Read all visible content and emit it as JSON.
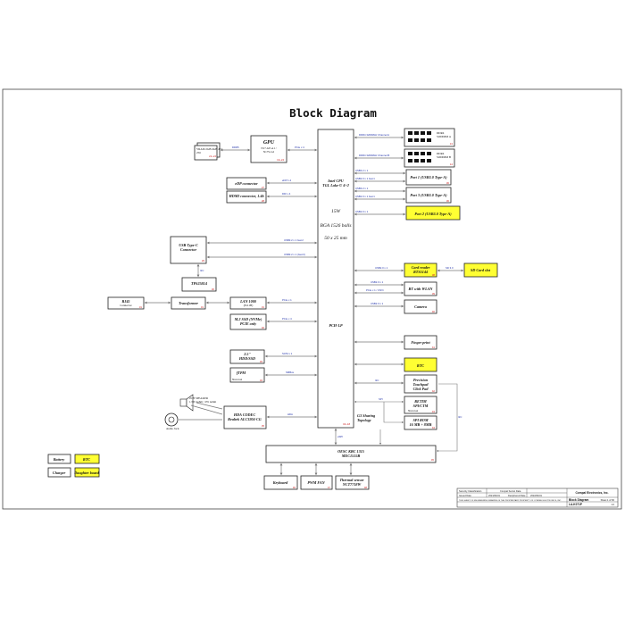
{
  "title": "Block Diagram",
  "cpu": {
    "name": "Intel CPU",
    "sub": "TGL Lake-U 4+2",
    "tdp": "15W",
    "pkg": "BGA 1526 balls",
    "size": "50 x 25 mm",
    "pch": "PCH-LP",
    "page": "04~18"
  },
  "gpu": {
    "name": "GPU",
    "sub1": "N17-GP-A1 /",
    "sub2": "N17S-G2",
    "page": "19~24",
    "bus": "PCIe x 4"
  },
  "vram": {
    "line1": "VRAM 2GB/4GB 4*2",
    "line2": "256",
    "page": "21~24",
    "bus": "DDR5"
  },
  "dimm1": {
    "line1": "DDR4",
    "line2": "SODIMM A",
    "bus": "DDR4 3200MHz Channel A",
    "page": "13"
  },
  "dimm2": {
    "line1": "DDR4",
    "line2": "SODIMM B",
    "bus": "DDR4 3200MHz Channel B",
    "page": "14"
  },
  "left_blocks": [
    {
      "key": "edp",
      "label": "eDP connector",
      "bus": "eDP 1.4",
      "page": "27"
    },
    {
      "key": "hdmi",
      "label": "HDMI connector, 1.4b",
      "bus": "DDI x 4",
      "page": "28"
    }
  ],
  "usbc": {
    "line1": "USB Type-C",
    "line2": "Connector",
    "page": "29",
    "bus1": "USB3.2 x 1 Gen2",
    "bus2": "USB3.2 x 1 (Gen3)"
  },
  "tps": {
    "label": "TPS25814",
    "page": "30",
    "bus": "I2C"
  },
  "rj45": {
    "line1": "RJ45",
    "line2": "Connector",
    "page": "31"
  },
  "xfmr": {
    "label": "Transformer",
    "page": "31"
  },
  "lan": {
    "line1": "LAN 1000",
    "line2": "(8111H)",
    "page": "31",
    "bus": "PCIe x 1"
  },
  "ssd": {
    "line1": "M.2 SSD (NVMe)",
    "line2": "PCIE only",
    "page": "32",
    "bus": "PCIe x 4"
  },
  "hdd": {
    "line1": "2.5\"",
    "line2": "HDD/SSD",
    "page": "33",
    "bus": "SATA x 1"
  },
  "tpm": {
    "line1": "fTPM",
    "line2": "Nuvoton",
    "page": "34",
    "bus": "SMBus"
  },
  "audio": {
    "line1": "HDA CODEC",
    "line2": "Realtek ALC3204-CG",
    "page": "35",
    "bus": "HDA",
    "spk1": "2CH SPEAKER",
    "spk2": "1.5W  4ohm / 2W 4ohm",
    "jack": "Audio Jack"
  },
  "right_blocks": [
    {
      "key": "p1",
      "label": "Port 1 (USB3.0 Type-A)",
      "bus1": "USB3.2 x 1",
      "bus2": "USB2.0 x 1 Gen1",
      "page": "36",
      "yellow": false
    },
    {
      "key": "p3",
      "label": "Port 3 (USB3.0 Type-A)",
      "bus1": "USB3.2 x 1",
      "bus2": "USB2.0 x 1 Gen1",
      "page": "36",
      "yellow": false
    },
    {
      "key": "p2",
      "label": "Port 2 (USB3.0 Type-A)",
      "bus1": "USB2.0 x 1",
      "bus2": "",
      "page": "37",
      "yellow": true
    }
  ],
  "card": {
    "line1": "Card reader",
    "line2": "RTS5144",
    "page": "38",
    "bus": "USB2.0 x 1",
    "sd": "SD Card slot",
    "sdbus": "SD 3.0"
  },
  "bt": {
    "label": "BT with WLAN",
    "page": "39",
    "bus1": "USB2.0 x 1",
    "bus2": "PCIe x 1 / CNVi"
  },
  "camera": {
    "label": "Camera",
    "page": "40",
    "bus": "USB2.0 x 1"
  },
  "fp": {
    "label": "Finger print",
    "page": "41"
  },
  "rtc_r": {
    "label": "RTC"
  },
  "tp": {
    "line1": "Precision",
    "line2": "Touchpad",
    "line3": "Click Pad",
    "page": "42",
    "bus": "I2C"
  },
  "retim": {
    "line1": "RETIM",
    "line2": "SPI/CTM",
    "line3": "Nuvoton",
    "page": "43",
    "bus": "SPI"
  },
  "bios": {
    "line1": "SPI ROM",
    "line2": "16 MB + 8MB",
    "page": "44",
    "bus": "SPI"
  },
  "g3": {
    "line1": "G3 Sharing",
    "line2": "Topology"
  },
  "ec": {
    "line1": "OESC KBC 1315",
    "line2": "MEC1515B",
    "page": "45",
    "bus": "eSPI",
    "smb": "SMBus"
  },
  "kbd": {
    "label": "Keyboard",
    "page": "46"
  },
  "fan": {
    "label": "PWM FAN",
    "page": "47"
  },
  "thermal": {
    "line1": "Thermal sensor",
    "line2": "NCT7718W",
    "page": "48"
  },
  "legend": [
    {
      "label": "Battery",
      "yellow": false
    },
    {
      "label": "RTC",
      "yellow": true
    },
    {
      "label": "Charger",
      "yellow": false
    },
    {
      "label": "Daughter board",
      "yellow": true
    }
  ],
  "titleblock": {
    "company": "Compal Electronics, Inc.",
    "doc": "Block Diagram",
    "model": "LA-K071P",
    "rev": "1.0",
    "sec": "Security Classification",
    "conf": "Compal Secret Data",
    "issued": "Issued Date",
    "date1": "2021/04/01",
    "deciphered": "Deciphered Date",
    "date2": "2022/04/01",
    "sheet": "Sheet 1 of 60",
    "legal": "THIS SHEET OF ENGINEERING DRAWING IS THE PROPRIETARY PROPERTY OF COMPAL ELECTRONICS, INC."
  },
  "colors": {
    "yellow": "#ffff33",
    "bus_text": "#2233aa",
    "page_text": "#cc2222"
  }
}
